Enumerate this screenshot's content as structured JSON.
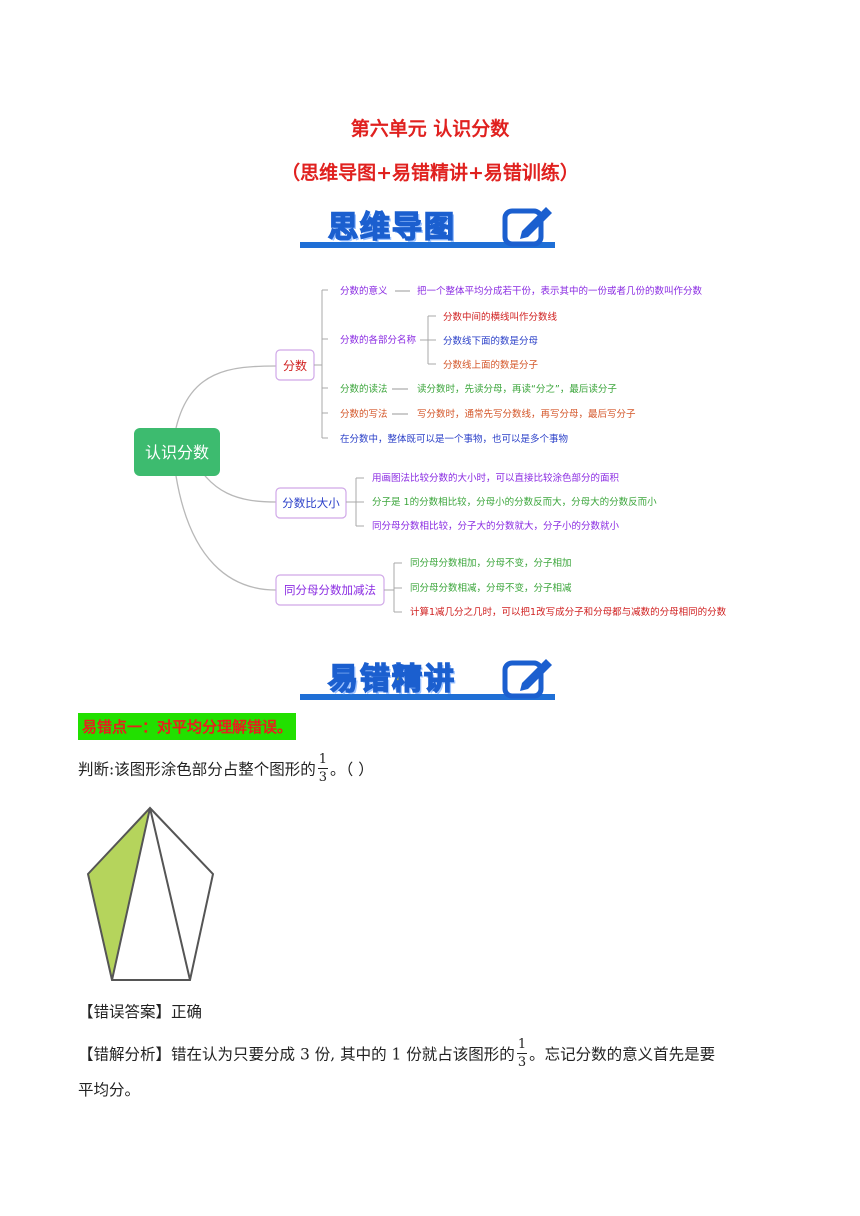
{
  "header": {
    "title": "第六单元  认识分数",
    "subtitle": "（思维导图+易错精讲+易错训练）"
  },
  "banners": {
    "mindmap": "思维导图",
    "explain": "易错精讲"
  },
  "mindmap": {
    "root": "认识分数",
    "branch1": {
      "label": "分数",
      "n_meaning": "分数的意义",
      "d_meaning": "把一个整体平均分成若干份，表示其中的一份或者几份的数叫作分数",
      "n_parts": "分数的各部分名称",
      "d_parts": [
        "分数中间的横线叫作分数线",
        "分数线下面的数是分母",
        "分数线上面的数是分子"
      ],
      "n_read": "分数的读法",
      "d_read": "读分数时，先读分母，再读“分之”，最后读分子",
      "n_write": "分数的写法",
      "d_write": "写分数时，通常先写分数线，再写分母，最后写分子",
      "note": "在分数中，整体既可以是一个事物，也可以是多个事物"
    },
    "branch2": {
      "label": "分数比大小",
      "items": [
        "用画图法比较分数的大小时，可以直接比较涂色部分的面积",
        "分子是 1的分数相比较，分母小的分数反而大，分母大的分数反而小",
        "同分母分数相比较，分子大的分数就大，分子小的分数就小"
      ]
    },
    "branch3": {
      "label": "同分母分数加减法",
      "items": [
        "同分母分数相加，分母不变，分子相加",
        "同分母分数相减，分母不变，分子相减",
        "计算1减几分之几时，可以把1改写成分子和分母都与减数的分母相同的分数"
      ]
    }
  },
  "error_point": {
    "heading": "易错点一：对平均分理解错误。",
    "question_prefix": "判断:该图形涂色部分占整个图形的",
    "frac_num": "1",
    "frac_den": "3",
    "question_suffix": "。（     ）",
    "wrong_label": "【错误答案】",
    "wrong_answer": "正确",
    "analysis_label": "【错解分析】",
    "analysis_prefix": "错在认为只要分成 3 份, 其中的 1 份就占该图形的",
    "analysis_suffix": "。忘记分数的意义首先是要",
    "analysis_line2": "平均分。"
  },
  "colors": {
    "title_red": "#e0211f",
    "root_green": "#3dbb6f",
    "purple": "#8a2be2",
    "red": "#d02020",
    "blue": "#2a3fc8",
    "green": "#3ca63c",
    "orange": "#d4572a",
    "shade": "#b5d45c"
  }
}
